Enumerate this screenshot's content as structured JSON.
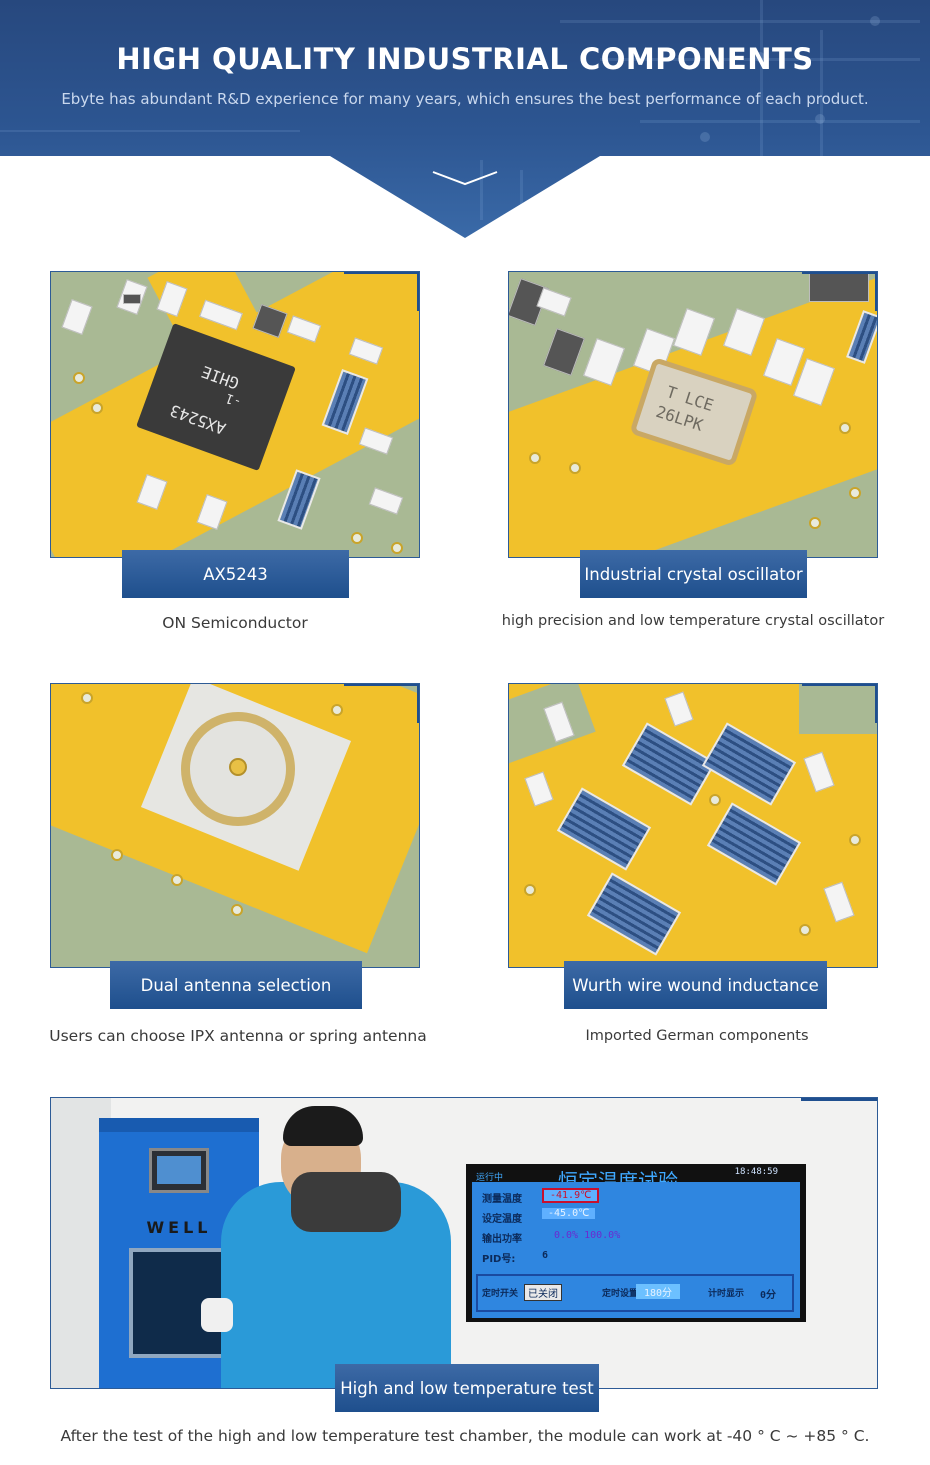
{
  "header": {
    "title": "HIGH QUALITY INDUSTRIAL COMPONENTS",
    "subtitle": "Ebyte has abundant R&D experience for many years, which ensures the best performance of each product."
  },
  "cards": [
    {
      "label": "AX5243",
      "caption": "ON Semiconductor",
      "chip_marking": [
        "AX5243",
        "-1",
        "GHIE"
      ]
    },
    {
      "label": "Industrial crystal oscillator",
      "caption": "high precision and low temperature crystal oscillator",
      "chip_marking": [
        "T LCE",
        "26LPK"
      ]
    },
    {
      "label": "Dual antenna selection",
      "caption": "Users can choose IPX antenna or spring antenna"
    },
    {
      "label": "Wurth wire wound inductance",
      "caption": "Imported German components"
    }
  ],
  "chamber": {
    "label": "High and low temperature test",
    "caption": "After the test of the high and low temperature test chamber, the module can work at -40 ° C ~ +85 ° C.",
    "brand": "WELL",
    "screen": {
      "status": "运行中",
      "title": "恒定温度试验",
      "time": "18:48:59",
      "rows": [
        {
          "label": "测量温度",
          "value": "-41.9℃"
        },
        {
          "label": "设定温度",
          "value": "-45.0℃"
        },
        {
          "label": "输出功率",
          "value": "0.0%   100.0%"
        },
        {
          "label": "PID号:",
          "value": "6"
        }
      ],
      "footer": [
        "定时开关",
        "已关闭",
        "定时设置",
        "180分",
        "计时显示",
        "0分"
      ]
    }
  },
  "colors": {
    "banner": "#2d5692",
    "accent": "#1e4f8d",
    "gold": "#f1c12b",
    "board": "#a9b994"
  }
}
